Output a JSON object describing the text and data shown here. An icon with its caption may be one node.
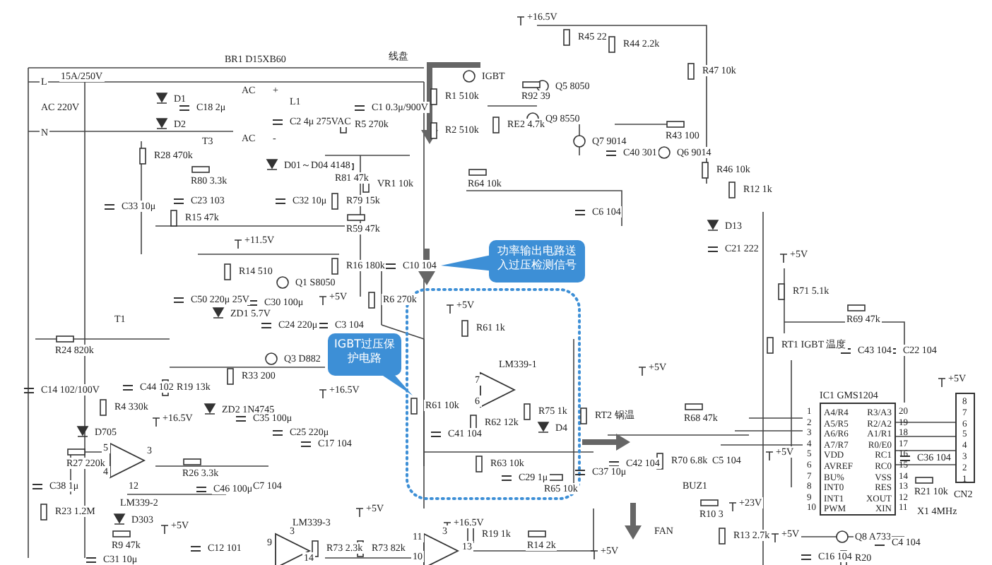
{
  "diagram": {
    "nodes": [
      {
        "text": [
          "功率输出电路送入过压检测信号"
        ]
      },
      {
        "text": [
          "IGBT过压保护电路"
        ]
      },
      {
        "text": [
          "IC1 GMS1204",
          "A4/R4",
          "A5/R5",
          "A6/R6",
          "A7/R7",
          "VDD",
          "AVREF",
          "BU%",
          "INT0",
          "INT1",
          "PWM",
          "R3/A3",
          "R2/A2",
          "A1/R1",
          "R0/E0",
          "RC1",
          "RC0",
          "VSS",
          "RES",
          "XOUT",
          "XIN"
        ],
        "beside": [
          "1",
          "2",
          "3",
          "4",
          "5",
          "6",
          "7",
          "8",
          "9",
          "10",
          "20",
          "19",
          "18",
          "17",
          "16",
          "15",
          "14",
          "13",
          "12",
          "11"
        ]
      },
      {
        "text": [
          "8",
          "7",
          "6",
          "5",
          "4",
          "3",
          "2",
          "1"
        ],
        "beside": [
          "CN2"
        ]
      }
    ],
    "edges": [
      {
        "from": 2,
        "to": 3,
        "arrow": "none"
      },
      {
        "from": 2,
        "to": 3,
        "arrow": "none"
      },
      {
        "from": 2,
        "to": 3,
        "arrow": "none"
      },
      {
        "from": 2,
        "to": 3,
        "arrow": "none"
      }
    ],
    "labels": [
      "+16.5V",
      "R45 22",
      "R44 2.2k",
      "BR1 D15XB60",
      "线盘",
      "15A/250V",
      "L",
      "IGBT",
      "Q5 8050",
      "R92 39",
      "R47 10k",
      "AC",
      "+",
      "L1",
      "AC 220V",
      "D1",
      "C18 2μ",
      "C1 0.3μ/900V",
      "R1 510k",
      "C2 4μ 275VAC",
      "R5 270k",
      "R2 510k",
      "RE2 4.7k",
      "Q9 8550",
      "N",
      "D2",
      "T3",
      "AC",
      "-",
      "Q7 9014",
      "R43 100",
      "R28 470k",
      "C40 301",
      "Q6 9014",
      "D01～D04 4148",
      "R81 47k",
      "R46 10k",
      "R80 3.3k",
      "VR1 10k",
      "R64 10k",
      "R12 1k",
      "C23 103",
      "C33 10μ",
      "C32 10μ",
      "R79 15k",
      "R15 47k",
      "C6 104",
      "R59 47k",
      "D13",
      "+11.5V",
      "C21 222",
      "+5V",
      "R16 180k",
      "C10 104",
      "R14 510",
      "Q1 S8050",
      "+5V",
      "R71 5.1k",
      "C50 220μ 25V",
      "ZD1 5.7V",
      "C30 100μ",
      "C24 220μ",
      "C3 104",
      "R6 270k",
      "T1",
      "+5V",
      "R61 1k",
      "R69 47k",
      "R24 820k",
      "RT1 IGBT 温度",
      "C43 104",
      "C22 104",
      "R33 200",
      "Q3 D882",
      "LM339-1",
      "+5V",
      "7",
      "6",
      "R61 10k",
      "R62 12k",
      "R75 1k",
      "C14 102/100V",
      "C44 102",
      "R19 13k",
      "+16.5V",
      "R4 330k",
      "+16.5V",
      "ZD2 1N4745",
      "C35 100μ",
      "RT2 锅温",
      "R68 47k",
      "D705",
      "C25 220μ",
      "C17 104",
      "C41 104",
      "D4",
      "5",
      "3",
      "4",
      "R27 220k",
      "R26 3.3k",
      "R63 10k",
      "C42 104",
      "R70 6.8k",
      "C5 104",
      "C38 1μ",
      "12",
      "C46 100μ",
      "C7 104",
      "LM339-2",
      "C29 1μ",
      "R65 10k",
      "C37 10μ",
      "BUZ1",
      "R23 1.2M",
      "D303",
      "+5V",
      "R9 47k",
      "FAN",
      "R10 3",
      "+23V",
      "R13 2.7k",
      "+5V",
      "LM339-3",
      "R73 2.3k",
      "R73 82k",
      "+16.5V",
      "R19 1k",
      "C31 10μ",
      "C12 101",
      "R14 2k",
      "+5V",
      "9",
      "3",
      "14",
      "11",
      "3",
      "10",
      "13",
      "+5V",
      "R21 10k",
      "C36 104",
      "X1 4MHz",
      "+5V",
      "Q8 A733",
      "C4 104",
      "C16 104",
      "R20",
      "+5V"
    ]
  }
}
